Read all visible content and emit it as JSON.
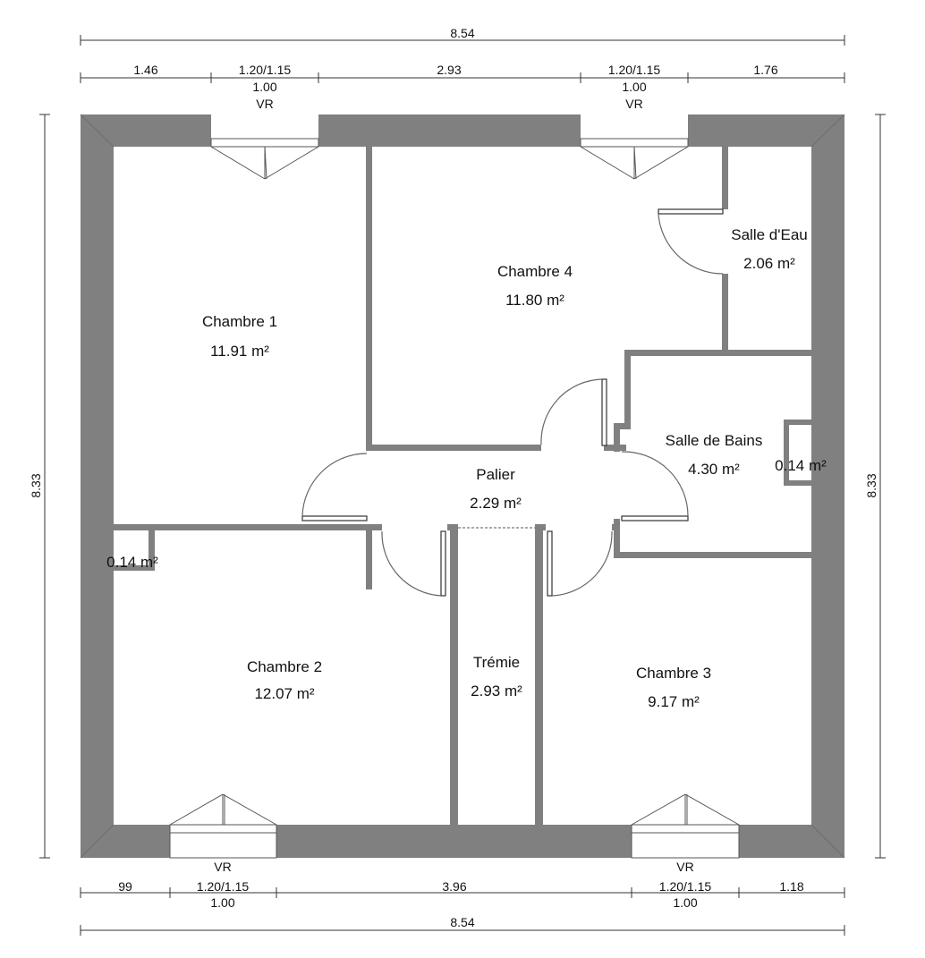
{
  "rooms": {
    "chambre1": {
      "name": "Chambre 1",
      "area": "11.91 m²"
    },
    "chambre4": {
      "name": "Chambre 4",
      "area": "11.80 m²"
    },
    "salle_eau": {
      "name": "Salle d'Eau",
      "area": "2.06 m²"
    },
    "salle_bains": {
      "name": "Salle de Bains",
      "area": "4.30 m²"
    },
    "placard_sdb": {
      "area": "0.14 m²"
    },
    "palier": {
      "name": "Palier",
      "area": "2.29 m²"
    },
    "placard_ch2": {
      "area": "0.14 m²"
    },
    "chambre2": {
      "name": "Chambre 2",
      "area": "12.07 m²"
    },
    "tremie": {
      "name": "Trémie",
      "area": "2.93 m²"
    },
    "chambre3": {
      "name": "Chambre 3",
      "area": "9.17 m²"
    }
  },
  "dims": {
    "top_total": "8.54",
    "top": [
      "1.46",
      "1.20/1.15",
      "2.93",
      "1.20/1.15",
      "1.76"
    ],
    "top_sub": [
      "1.00",
      "1.00"
    ],
    "top_vr": [
      "VR",
      "VR"
    ],
    "left": "8.33",
    "right": "8.33",
    "bottom_vr": [
      "VR",
      "VR"
    ],
    "bottom": [
      "99",
      "1.20/1.15",
      "3.96",
      "1.20/1.15",
      "1.18"
    ],
    "bottom_sub": [
      "1.00",
      "1.00"
    ],
    "bottom_total": "8.54"
  },
  "colors": {
    "wall": "#808080",
    "line": "#333333"
  }
}
